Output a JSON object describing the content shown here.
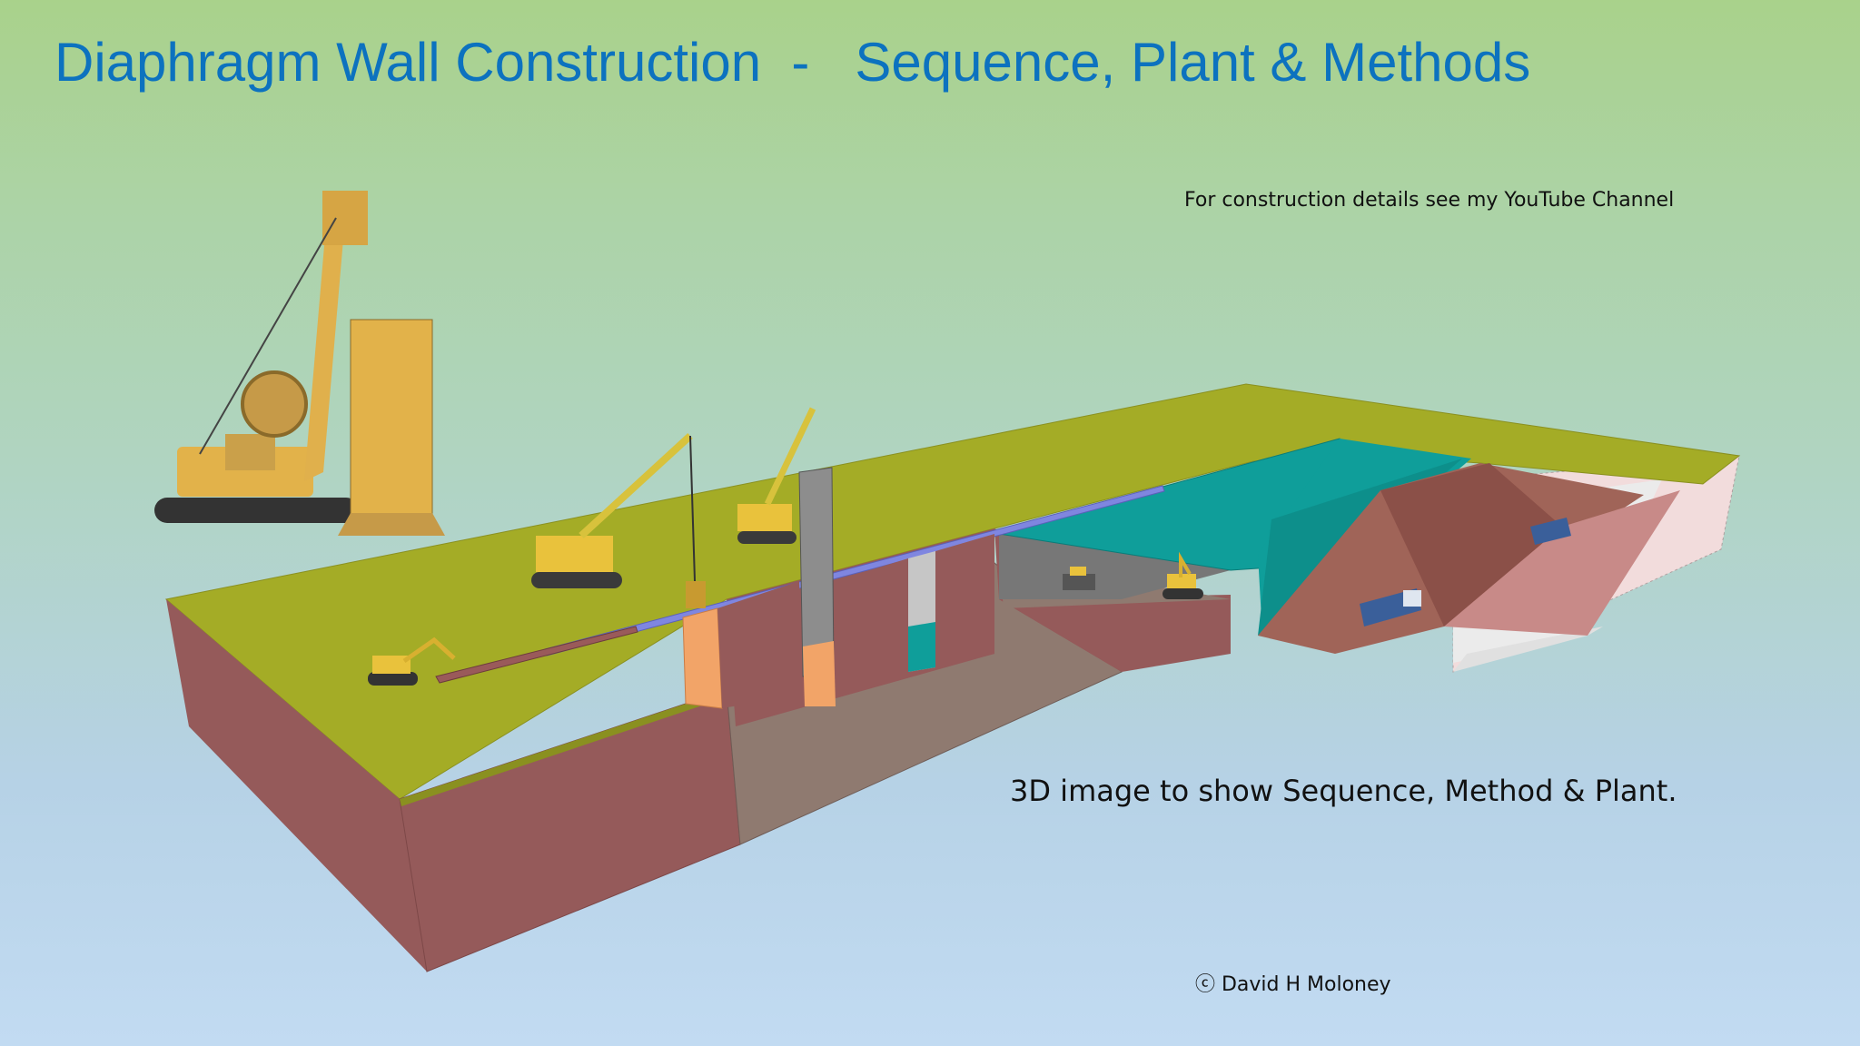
{
  "slide": {
    "title": "Diaphragm Wall Construction  -   Sequence, Plant & Methods",
    "note": "For construction details see my YouTube Channel",
    "caption": "3D image to show Sequence, Method & Plant.",
    "credit": "ⓒ David H Moloney"
  },
  "colors": {
    "title": "#0c72bf",
    "ground_surface": "#a4ac26",
    "soil_wall": "#955a5a",
    "excavation_floor": "#8f7a70",
    "guide_wall": "#7f86e0",
    "diaphragm_panel_teal": "#0f9e9a",
    "excavation_slope": "#a06458",
    "machinery": "#e9c23c",
    "trucks": "#3a5f9a"
  },
  "icons": [
    "hydraulic-grab-rig-icon",
    "crawler-crane-icon",
    "excavator-icon",
    "dump-truck-icon",
    "skid-steer-icon"
  ]
}
